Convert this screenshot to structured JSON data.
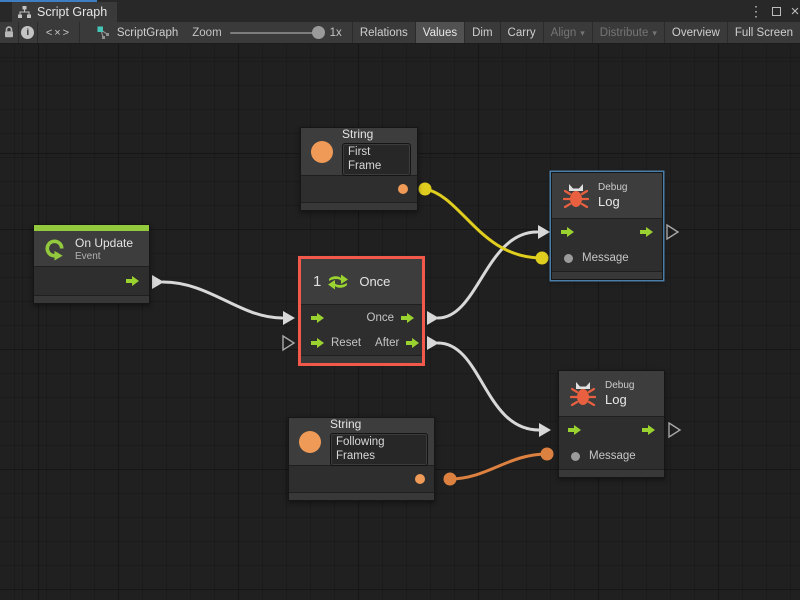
{
  "colors": {
    "accent_green": "#9ad32f",
    "event_green": "#93c93d",
    "type_orange": "#ef9b57",
    "bug_red": "#e8603f",
    "wire_white": "#d8d8d8",
    "wire_yellow": "#e0ce1f",
    "wire_orange": "#dd8140",
    "selection_red": "#f2594b",
    "selection_blue": "#4a7da8",
    "tab_focus_blue": "#3f7fc1"
  },
  "tab": {
    "title": "Script Graph"
  },
  "window_controls": {
    "more_glyph": "⋮",
    "close_glyph": "×"
  },
  "toolbar": {
    "graph_label": "ScriptGraph",
    "zoom_label": "Zoom",
    "zoom_value": "1x",
    "code_glyph": "<×>",
    "info_glyph": "i",
    "caret_glyph": "▾",
    "buttons": [
      {
        "label": "Relations",
        "state": "normal"
      },
      {
        "label": "Values",
        "state": "active"
      },
      {
        "label": "Dim",
        "state": "normal"
      },
      {
        "label": "Carry",
        "state": "normal"
      },
      {
        "label": "Align",
        "state": "disabled",
        "dropdown": true
      },
      {
        "label": "Distribute",
        "state": "disabled",
        "dropdown": true
      },
      {
        "label": "Overview",
        "state": "normal"
      },
      {
        "label": "Full Screen",
        "state": "normal"
      }
    ]
  },
  "nodes": {
    "string_first": {
      "title": "String",
      "value": "First Frame"
    },
    "string_following": {
      "title": "String",
      "value": "Following Frames"
    },
    "on_update": {
      "title": "On Update",
      "subtitle": "Event"
    },
    "once": {
      "badge": "1",
      "title": "Once",
      "output_once": "Once",
      "input_reset": "Reset",
      "output_after": "After"
    },
    "debug_top": {
      "category": "Debug",
      "title": "Log",
      "input_label": "Message"
    },
    "debug_bottom": {
      "category": "Debug",
      "title": "Log",
      "input_label": "Message"
    }
  }
}
